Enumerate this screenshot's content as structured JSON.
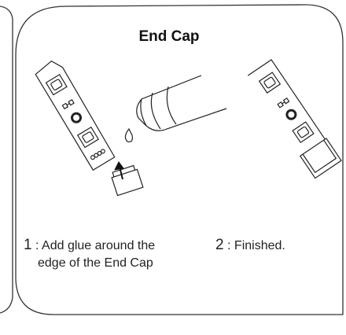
{
  "title": "End Cap",
  "steps": [
    {
      "number": "1",
      "separator": " : ",
      "line1": "Add glue around the",
      "line2": "edge of the End Cap"
    },
    {
      "number": "2",
      "separator": " : ",
      "line1": "Finished.",
      "line2": ""
    }
  ],
  "colors": {
    "stroke": "#222222",
    "fill": "#ffffff"
  }
}
